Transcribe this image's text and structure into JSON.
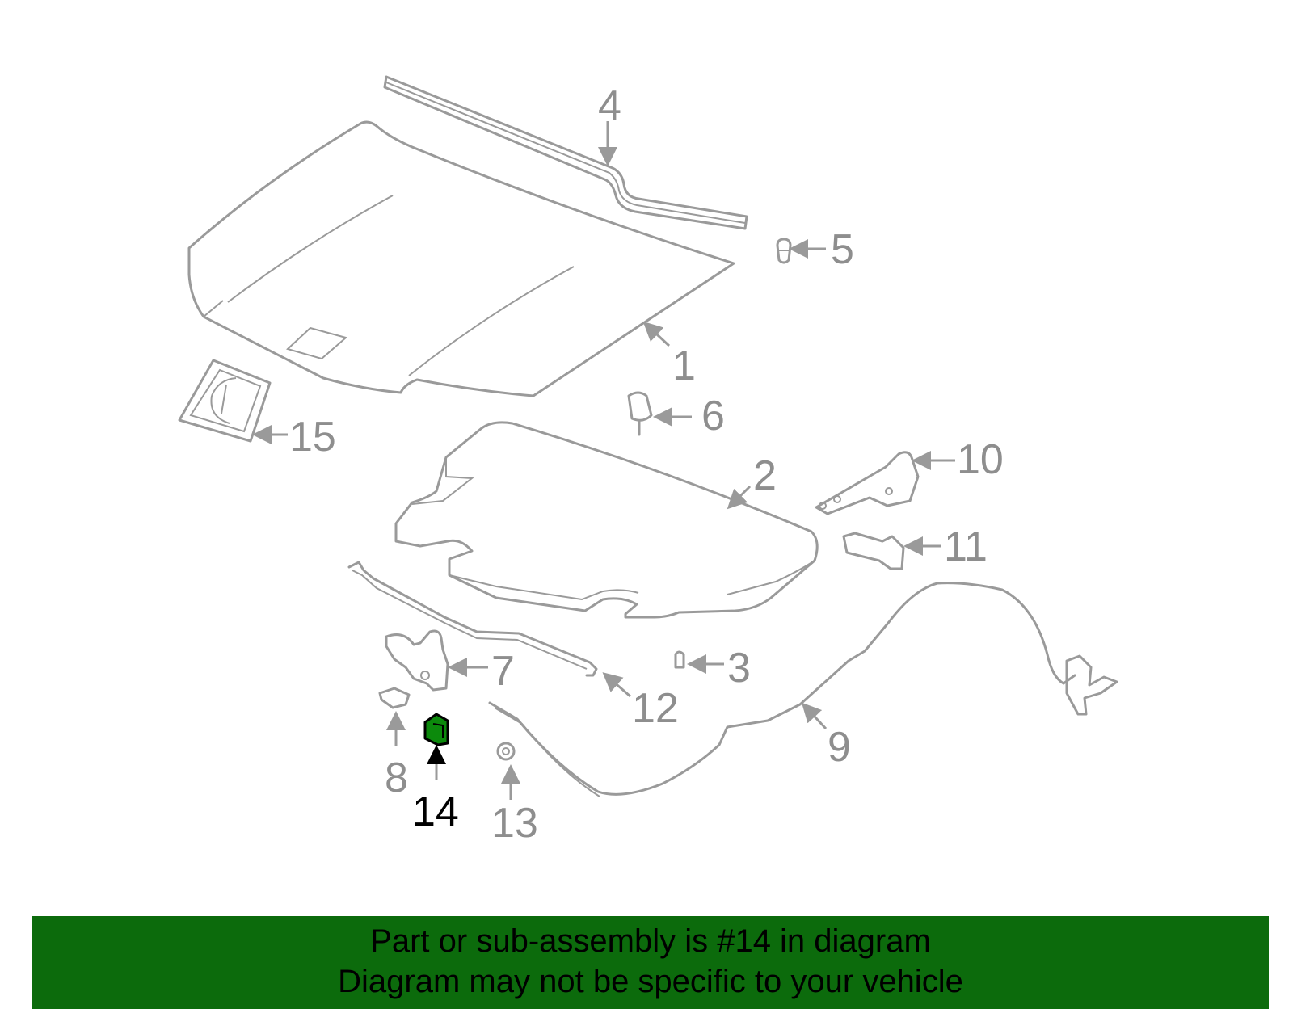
{
  "diagram": {
    "callouts": [
      "1",
      "2",
      "3",
      "4",
      "5",
      "6",
      "7",
      "8",
      "9",
      "10",
      "11",
      "12",
      "13",
      "14",
      "15"
    ],
    "highlighted_part": "14",
    "highlight_color": "#0c6b0c",
    "part_stroke_color": "#9a9a9a"
  },
  "banner": {
    "line1": "Part or sub-assembly is #14 in diagram",
    "line2": "Diagram may not be specific to your vehicle",
    "background": "#0c6b0c"
  }
}
